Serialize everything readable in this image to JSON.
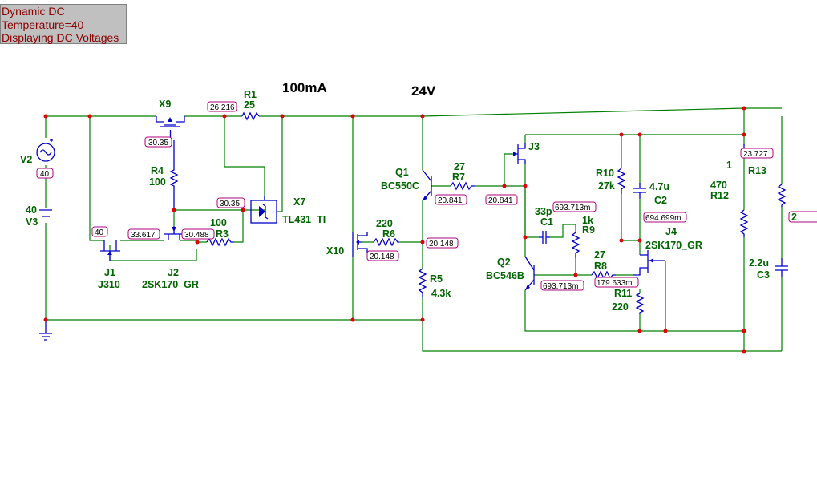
{
  "info": {
    "line1": "Dynamic DC",
    "line2": "Temperature=40",
    "line3": "Displaying DC Voltages"
  },
  "headings": {
    "current": "100mA",
    "voltage": "24V"
  },
  "components": {
    "V2": "V2",
    "V3_value": "40",
    "V3": "V3",
    "X9": "X9",
    "R4": "R4",
    "R4_value": "100",
    "R1": "R1",
    "R1_value": "25",
    "X7": "X7",
    "X7_part": "TL431_TI",
    "R3_value": "100",
    "R3": "R3",
    "J1": "J1",
    "J1_part": "J310",
    "J2": "J2",
    "J2_part": "2SK170_GR",
    "Q1": "Q1",
    "Q1_part": "BC550C",
    "R7_value": "27",
    "R7": "R7",
    "J3": "J3",
    "R6_value": "220",
    "R6": "R6",
    "X10": "X10",
    "R5": "R5",
    "R5_value": "4.3k",
    "R10": "R10",
    "R10_value": "27k",
    "C2_value": "4.7u",
    "C2": "C2",
    "C1_value": "33p",
    "C1": "C1",
    "R9_value": "1k",
    "R9": "R9",
    "J4": "J4",
    "J4_part": "2SK170_GR",
    "Q2": "Q2",
    "Q2_part": "BC546B",
    "R8_value": "27",
    "R8": "R8",
    "R11": "R11",
    "R11_value": "220",
    "R13_value": "1",
    "R13": "R13",
    "R12_value": "470",
    "R12": "R12",
    "C3_value": "2.2u",
    "C3": "C3",
    "right_clipped": "2"
  },
  "voltages": {
    "v26216": "26.216",
    "v3035a": "30.35",
    "v40a": "40",
    "v3035b": "30.35",
    "v40b": "40",
    "v33617": "33.617",
    "v30488": "30.488",
    "v20841a": "20.841",
    "v20841b": "20.841",
    "v20148a": "20.148",
    "v20148b": "20.148",
    "v693713a": "693.713m",
    "v694699": "694.699m",
    "v693713b": "693.713m",
    "v179633": "179.633m",
    "v23727": "23.727"
  }
}
